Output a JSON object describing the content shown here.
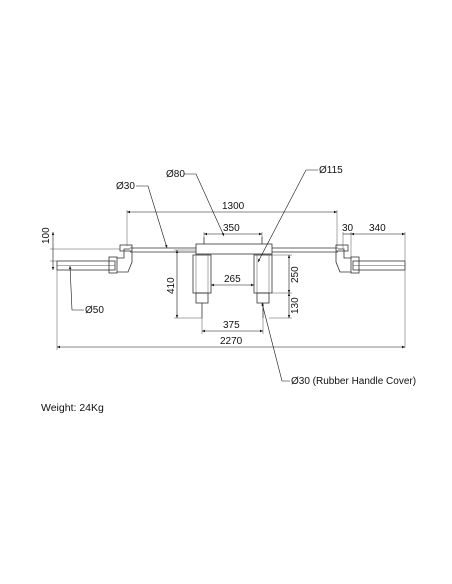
{
  "weight_label": "Weight: 24Kg",
  "labels": {
    "dia_30_top": "Ø30",
    "dia_80": "Ø80",
    "dia_115": "Ø115",
    "dia_50": "Ø50",
    "dia_30_rubber": "Ø30 (Rubber Handle Cover)",
    "len_1300": "1300",
    "len_350": "350",
    "len_30": "30",
    "len_340": "340",
    "len_100": "100",
    "len_410": "410",
    "len_265": "265",
    "len_250": "250",
    "len_375": "375",
    "len_130": "130",
    "len_2270": "2270"
  }
}
